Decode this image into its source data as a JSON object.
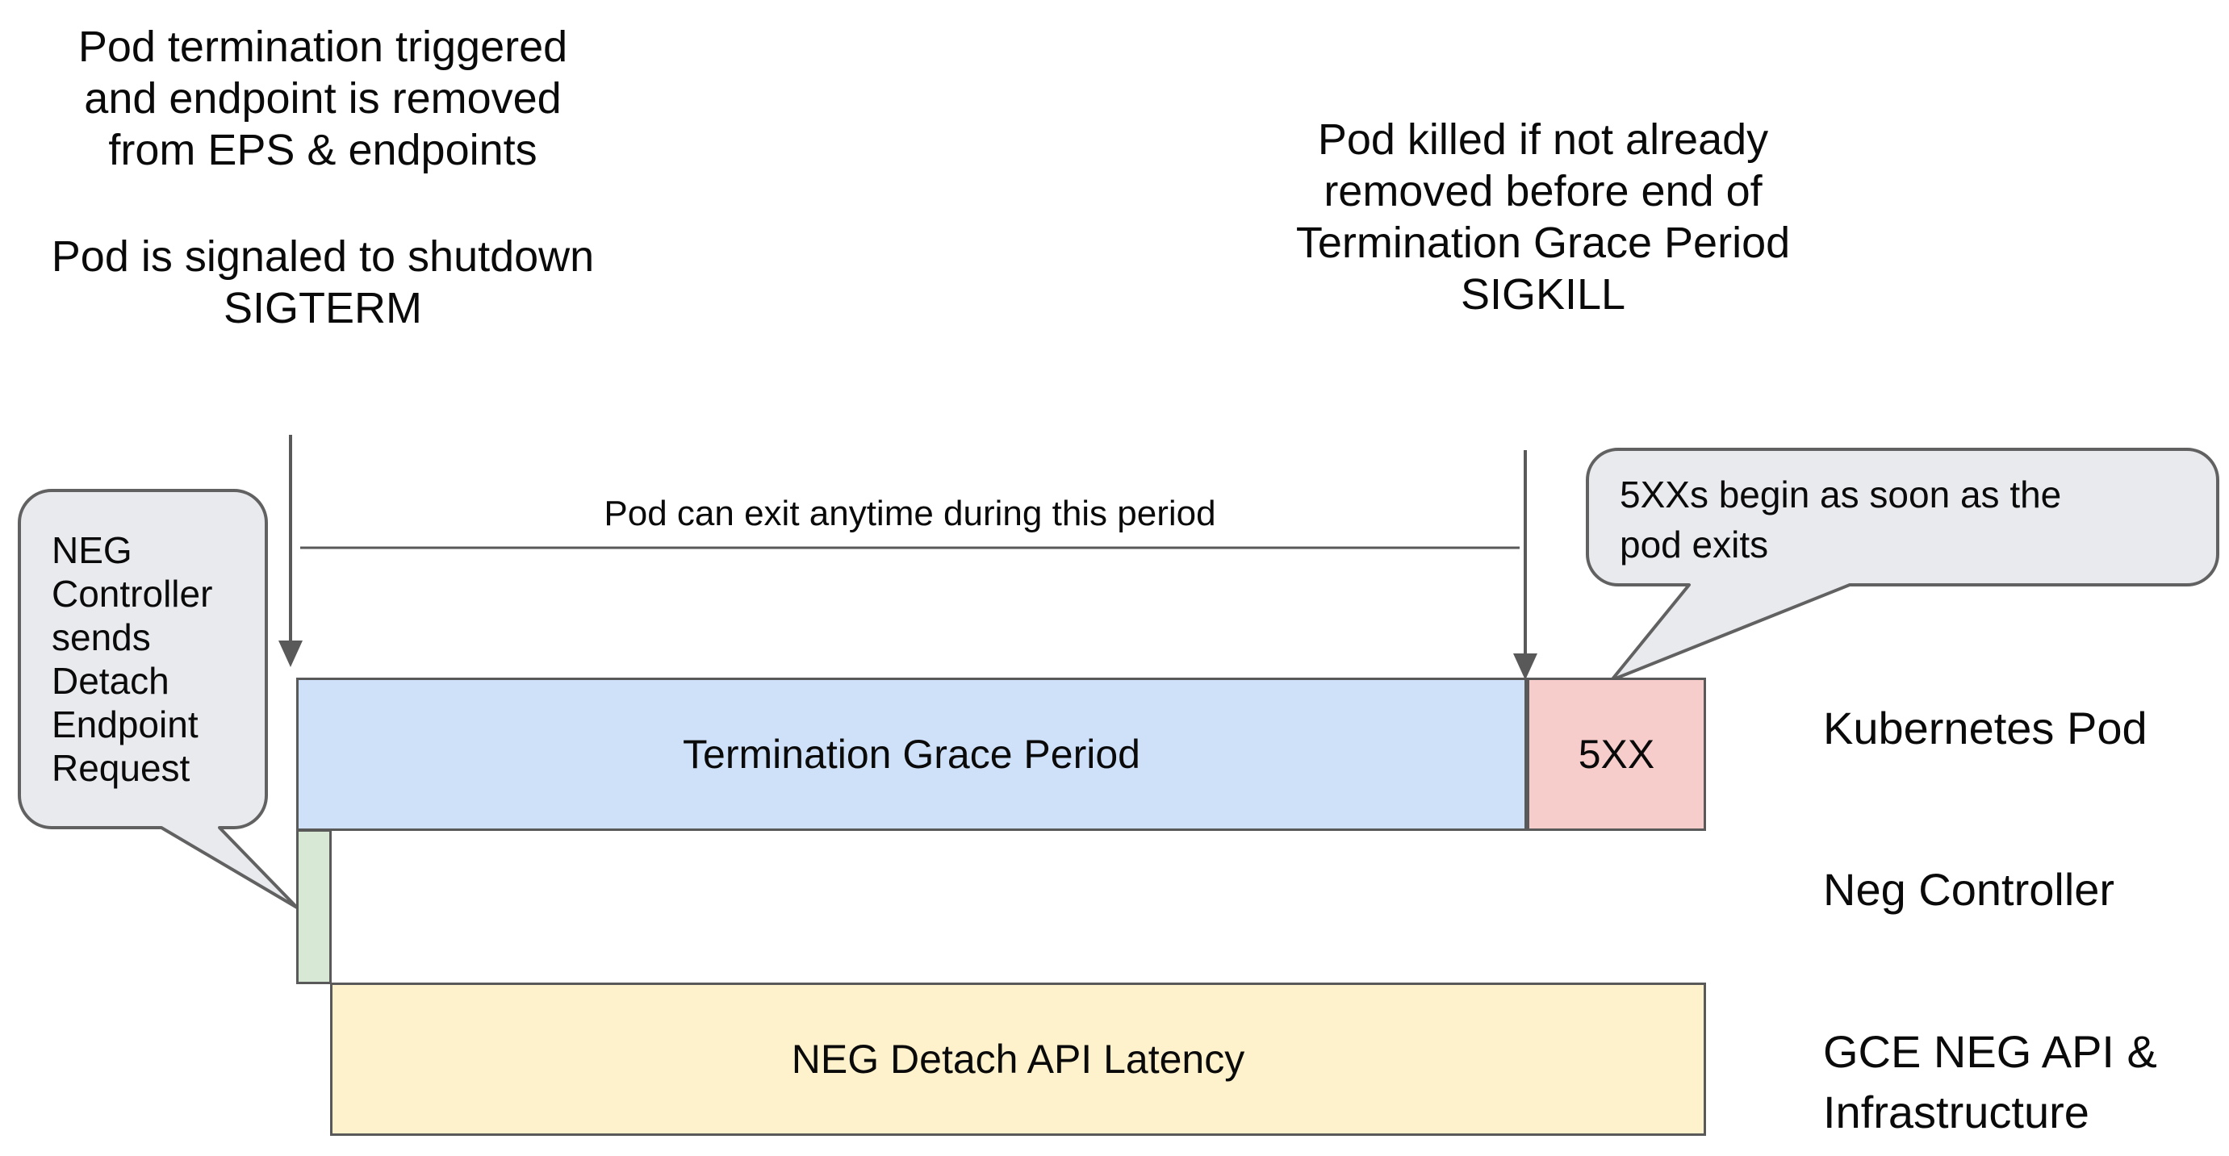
{
  "annotations": {
    "top_left": {
      "para1": [
        "Pod termination triggered",
        "and endpoint is removed",
        "from EPS & endpoints"
      ],
      "para2": [
        "Pod is signaled to shutdown",
        "SIGTERM"
      ]
    },
    "top_right": {
      "lines": [
        "Pod killed if not already",
        "removed before end of",
        "Termination Grace Period",
        "SIGKILL"
      ]
    },
    "period_label": "Pod can exit anytime during this period"
  },
  "bubbles": {
    "left": {
      "lines": [
        "NEG",
        "Controller",
        "sends",
        "Detach",
        "Endpoint",
        "Request"
      ],
      "full_text": "NEG Controller sends Detach Endpoint Request"
    },
    "right": {
      "lines": [
        "5XXs begin as soon as the",
        "pod exits"
      ],
      "full_text": "5XXs begin as soon as the pod exits"
    }
  },
  "bars": {
    "grace": {
      "label": "Termination Grace Period",
      "color": "#cfe1f8"
    },
    "errors": {
      "label": "5XX",
      "color": "#f7cdcc"
    },
    "detach": {
      "label": "",
      "color": "#d7e8d5"
    },
    "latency": {
      "label": "NEG Detach API Latency",
      "color": "#fdf2cc"
    }
  },
  "lanes": {
    "kubernetes_pod": "Kubernetes Pod",
    "neg_controller": "Neg Controller",
    "gce_line1": "GCE NEG API &",
    "gce_line2": "Infrastructure"
  },
  "colors": {
    "grace_bar": "#cfe1f8",
    "errors_bar": "#f7cdcc",
    "detach_bar": "#d7e8d5",
    "latency_bar": "#fdf2cc",
    "bubble_fill": "#e9eaee",
    "bubble_stroke": "#616161",
    "bar_stroke": "#595959",
    "arrow": "#595959",
    "text": "#0a0a0a",
    "background": "#ffffff"
  }
}
